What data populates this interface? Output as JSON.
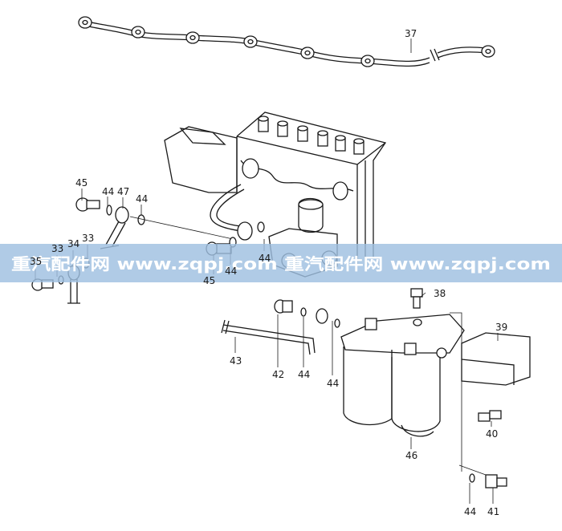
{
  "diagram": {
    "callouts": [
      {
        "id": "c37",
        "label": "37"
      },
      {
        "id": "c45a",
        "label": "45"
      },
      {
        "id": "c44a",
        "label": "44"
      },
      {
        "id": "c47",
        "label": "47"
      },
      {
        "id": "c44b",
        "label": "44"
      },
      {
        "id": "c33a",
        "label": "33"
      },
      {
        "id": "c34",
        "label": "34"
      },
      {
        "id": "c33b",
        "label": "33"
      },
      {
        "id": "c35",
        "label": "35"
      },
      {
        "id": "c44c",
        "label": "44"
      },
      {
        "id": "c45b",
        "label": "45"
      },
      {
        "id": "c44d",
        "label": "44"
      },
      {
        "id": "c38",
        "label": "38"
      },
      {
        "id": "c39",
        "label": "39"
      },
      {
        "id": "c43",
        "label": "43"
      },
      {
        "id": "c42",
        "label": "42"
      },
      {
        "id": "c44e",
        "label": "44"
      },
      {
        "id": "c44f",
        "label": "44"
      },
      {
        "id": "c40",
        "label": "40"
      },
      {
        "id": "c46",
        "label": "46"
      },
      {
        "id": "c44g",
        "label": "44"
      },
      {
        "id": "c41",
        "label": "41"
      }
    ]
  },
  "watermark": {
    "text": "重汽配件网  www.zqpj.com  重汽配件网  www.zqpj.com",
    "band_color": "#9fbfe0"
  }
}
